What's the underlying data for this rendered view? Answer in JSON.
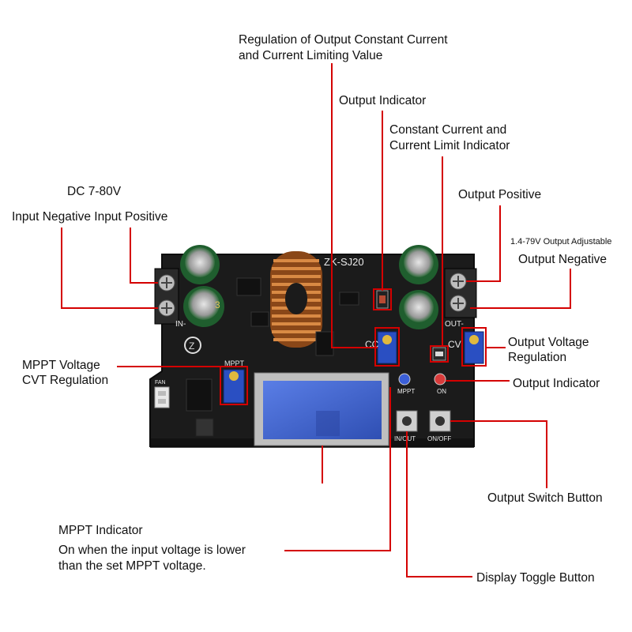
{
  "labels": {
    "regulation_output_cc_line1": "Regulation of Output Constant Current",
    "regulation_output_cc_line2": "and Current Limiting Value",
    "output_indicator_top": "Output Indicator",
    "cc_indicator_line1": "Constant Current and",
    "cc_indicator_line2": "Current Limit Indicator",
    "dc_input": "DC 7-80V",
    "input_terminals": "Input Negative Input Positive",
    "output_positive": "Output Positive",
    "output_adjustable": "1.4-79V Output Adjustable",
    "output_negative": "Output Negative",
    "mppt_regulation_line1": "MPPT Voltage",
    "mppt_regulation_line2": "CVT Regulation",
    "output_voltage_reg_line1": "Output Voltage",
    "output_voltage_reg_line2": "Regulation",
    "output_indicator_right": "Output Indicator",
    "output_switch_button": "Output Switch Button",
    "mppt_indicator_title": "MPPT Indicator",
    "mppt_indicator_desc_line1": "On when the input voltage is lower",
    "mppt_indicator_desc_line2": "than the set MPPT voltage.",
    "display_toggle_button": "Display Toggle Button"
  },
  "board": {
    "model": "ZK-SJ20",
    "in_label": "IN-",
    "out_label": "OUT-",
    "cc_label": "CC",
    "cv_label": "CV",
    "mppt_pot_label": "MPPT",
    "mppt_led_label": "MPPT",
    "on_led_label": "ON",
    "in_out_button": "IN/OUT",
    "on_off_button": "ON/OFF",
    "fan_label": "FAN",
    "cap_marking": "3"
  },
  "colors": {
    "board": "#1b1b1b",
    "callout_line": "#d40000",
    "lcd": "#3f62c9",
    "coil": "#c06a2a",
    "cap_green": "#1f5e2e",
    "pot_blue": "#2a4fc2"
  }
}
